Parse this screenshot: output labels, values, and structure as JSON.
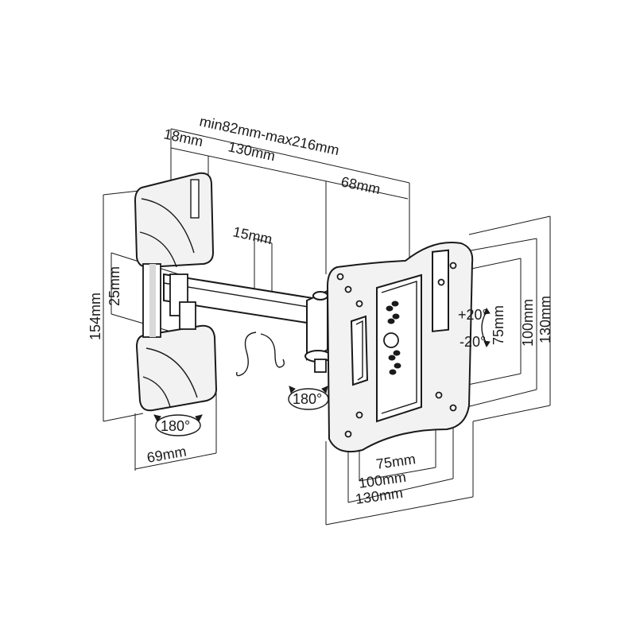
{
  "dimensions": {
    "total_depth": "min82mm-max216mm",
    "wall_plate_depth": "18mm",
    "arm_length": "130mm",
    "head_depth": "68mm",
    "arm_width": "15mm",
    "arm_height": "25mm",
    "wall_plate_height": "154mm",
    "wall_plate_width": "69mm",
    "wall_swivel": "180°",
    "head_swivel": "180°",
    "tilt_up": "+20°",
    "tilt_down": "-20°",
    "vesa_v_75": "75mm",
    "vesa_v_100": "100mm",
    "vesa_v_130": "130mm",
    "vesa_h_75": "75mm",
    "vesa_h_100": "100mm",
    "vesa_h_130": "130mm"
  }
}
